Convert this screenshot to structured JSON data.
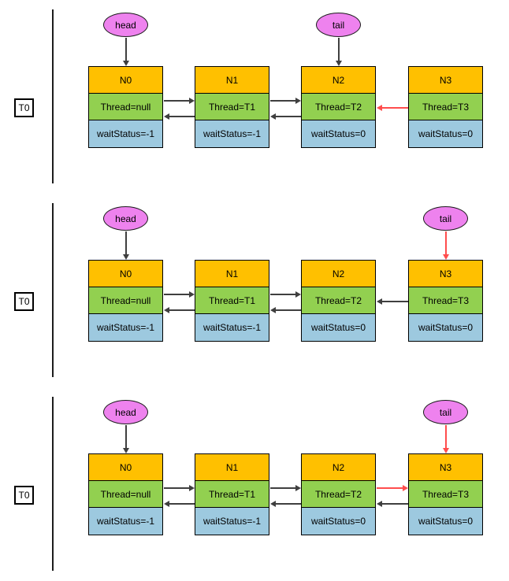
{
  "diagram": {
    "colors": {
      "node_header": "#FFC000",
      "thread_cell": "#92D050",
      "wait_cell": "#9DC9DF",
      "pointer_fill": "#EE82EE",
      "arrow_normal": "#3F3F3F",
      "arrow_highlight": "#FF4D4D"
    },
    "rows": [
      {
        "label": "T0",
        "head": {
          "label": "head",
          "points_to": "N0",
          "arrow_color": "normal"
        },
        "tail": {
          "label": "tail",
          "points_to": "N2",
          "arrow_color": "normal"
        },
        "nodes": [
          {
            "name": "N0",
            "thread": "Thread=null",
            "wait": "waitStatus=-1"
          },
          {
            "name": "N1",
            "thread": "Thread=T1",
            "wait": "waitStatus=-1"
          },
          {
            "name": "N2",
            "thread": "Thread=T2",
            "wait": "waitStatus=0"
          },
          {
            "name": "N3",
            "thread": "Thread=T3",
            "wait": "waitStatus=0"
          }
        ],
        "links": [
          {
            "from": "N0",
            "to": "N1",
            "color": "normal"
          },
          {
            "from": "N1",
            "to": "N0",
            "color": "normal"
          },
          {
            "from": "N1",
            "to": "N2",
            "color": "normal"
          },
          {
            "from": "N2",
            "to": "N1",
            "color": "normal"
          },
          {
            "from": "N3",
            "to": "N2",
            "color": "highlight"
          }
        ]
      },
      {
        "label": "T0",
        "head": {
          "label": "head",
          "points_to": "N0",
          "arrow_color": "normal"
        },
        "tail": {
          "label": "tail",
          "points_to": "N3",
          "arrow_color": "highlight"
        },
        "nodes": [
          {
            "name": "N0",
            "thread": "Thread=null",
            "wait": "waitStatus=-1"
          },
          {
            "name": "N1",
            "thread": "Thread=T1",
            "wait": "waitStatus=-1"
          },
          {
            "name": "N2",
            "thread": "Thread=T2",
            "wait": "waitStatus=0"
          },
          {
            "name": "N3",
            "thread": "Thread=T3",
            "wait": "waitStatus=0"
          }
        ],
        "links": [
          {
            "from": "N0",
            "to": "N1",
            "color": "normal"
          },
          {
            "from": "N1",
            "to": "N0",
            "color": "normal"
          },
          {
            "from": "N1",
            "to": "N2",
            "color": "normal"
          },
          {
            "from": "N2",
            "to": "N1",
            "color": "normal"
          },
          {
            "from": "N3",
            "to": "N2",
            "color": "normal"
          }
        ]
      },
      {
        "label": "T0",
        "head": {
          "label": "head",
          "points_to": "N0",
          "arrow_color": "normal"
        },
        "tail": {
          "label": "tail",
          "points_to": "N3",
          "arrow_color": "highlight"
        },
        "nodes": [
          {
            "name": "N0",
            "thread": "Thread=null",
            "wait": "waitStatus=-1"
          },
          {
            "name": "N1",
            "thread": "Thread=T1",
            "wait": "waitStatus=-1"
          },
          {
            "name": "N2",
            "thread": "Thread=T2",
            "wait": "waitStatus=0"
          },
          {
            "name": "N3",
            "thread": "Thread=T3",
            "wait": "waitStatus=0"
          }
        ],
        "links": [
          {
            "from": "N0",
            "to": "N1",
            "color": "normal"
          },
          {
            "from": "N1",
            "to": "N0",
            "color": "normal"
          },
          {
            "from": "N1",
            "to": "N2",
            "color": "normal"
          },
          {
            "from": "N2",
            "to": "N1",
            "color": "normal"
          },
          {
            "from": "N2",
            "to": "N3",
            "color": "highlight"
          },
          {
            "from": "N3",
            "to": "N2",
            "color": "normal"
          }
        ]
      }
    ]
  }
}
